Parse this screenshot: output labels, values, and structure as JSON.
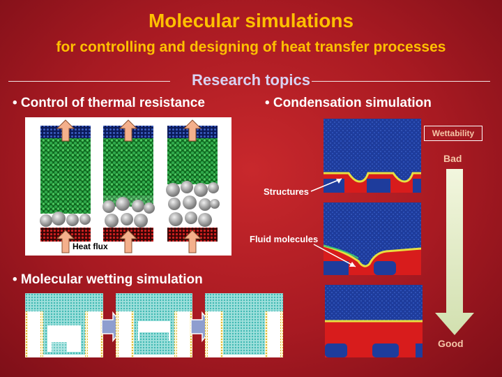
{
  "title": "Molecular simulations",
  "subtitle": "for controlling and designing of heat transfer processes",
  "section_heading": "Research topics",
  "topics": {
    "thermal": "• Control of thermal resistance",
    "condensation": "• Condensation simulation",
    "wetting": "• Molecular wetting simulation"
  },
  "thermal_panel": {
    "heat_flux_label": "Heat flux"
  },
  "condensation_panel": {
    "wettability_label": "Wettability",
    "bad_label": "Bad",
    "good_label": "Good",
    "structures_label": "Structures",
    "fluid_label": "Fluid molecules"
  },
  "colors": {
    "title": "#ffc000",
    "heading": "#d9d3f2",
    "liquid_green": "#1e8a2e",
    "vapor_blue": "#1f3f9e",
    "solid_red": "#d81c1c",
    "arrow_peach": "#f4b08c",
    "wet_cyan": "#7ed6d2"
  }
}
